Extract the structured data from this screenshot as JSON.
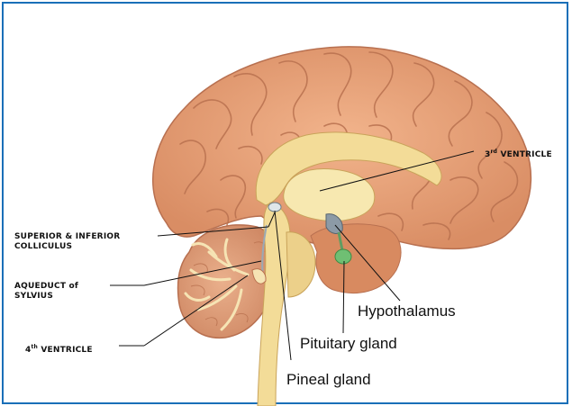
{
  "labels": {
    "third_ventricle": {
      "prefix": "3",
      "sup": "rd",
      "suffix": " VENTRICLE"
    },
    "colliculus_line1": "SUPERIOR & INFERIOR",
    "colliculus_line2": "COLLICULUS",
    "aqueduct_line1": "AQUEDUCT of",
    "aqueduct_line2": "SYLVIUS",
    "fourth_ventricle": {
      "prefix": "4",
      "sup": "th",
      "suffix": " VENTRICLE"
    },
    "hypothalamus": "Hypothalamus",
    "pituitary": "Pituitary gland",
    "pineal": "Pineal gland"
  },
  "colors": {
    "frame_border": "#1a6fb8",
    "cortex": "#e9a47a",
    "cortex_dark": "#c9805a",
    "white_matter": "#f4e2a0",
    "cerebellum": "#e3a07a",
    "pituitary": "#6fbf73"
  }
}
